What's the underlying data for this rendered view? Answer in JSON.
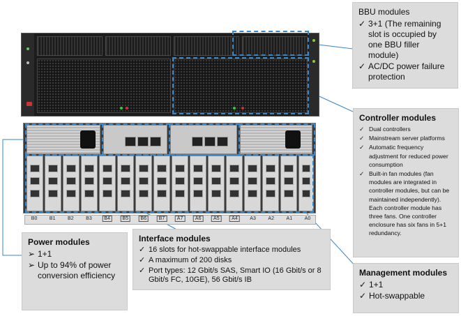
{
  "bbu": {
    "title": "BBU modules",
    "items": [
      "3+1 (The remaining slot is occupied by one BBU filler module)",
      "AC/DC power failure protection"
    ]
  },
  "controller": {
    "title": "Controller modules",
    "items": [
      "Dual controllers",
      "Mainstream server platforms",
      "Automatic frequency adjustment for reduced power consumption",
      "Built-in fan modules (fan modules are integrated in controller modules, but can be maintained independently). Each controller module has three fans. One controller enclosure has six fans in 5+1 redundancy."
    ]
  },
  "power": {
    "title": "Power modules",
    "items": [
      "1+1",
      "Up to 94% of power conversion efficiency"
    ]
  },
  "interface": {
    "title": "Interface modules",
    "items": [
      "16 slots for hot-swappable interface modules",
      "A maximum of 200 disks",
      "Port types: 12 Gbit/s SAS, Smart IO (16 Gbit/s or 8 Gbit/s FC, 10GE), 56 Gbit/s IB"
    ]
  },
  "management": {
    "title": "Management modules",
    "items": [
      "1+1",
      "Hot-swappable"
    ]
  },
  "slots": [
    "B0",
    "B1",
    "B2",
    "B3",
    "B4",
    "B5",
    "B6",
    "B7",
    "A7",
    "A6",
    "A5",
    "A4",
    "A3",
    "A2",
    "A1",
    "A0"
  ],
  "colors": {
    "callout_bg": "#dcdcdc",
    "dash_blue": "#3a86c8",
    "line_blue": "#3a86c8"
  }
}
